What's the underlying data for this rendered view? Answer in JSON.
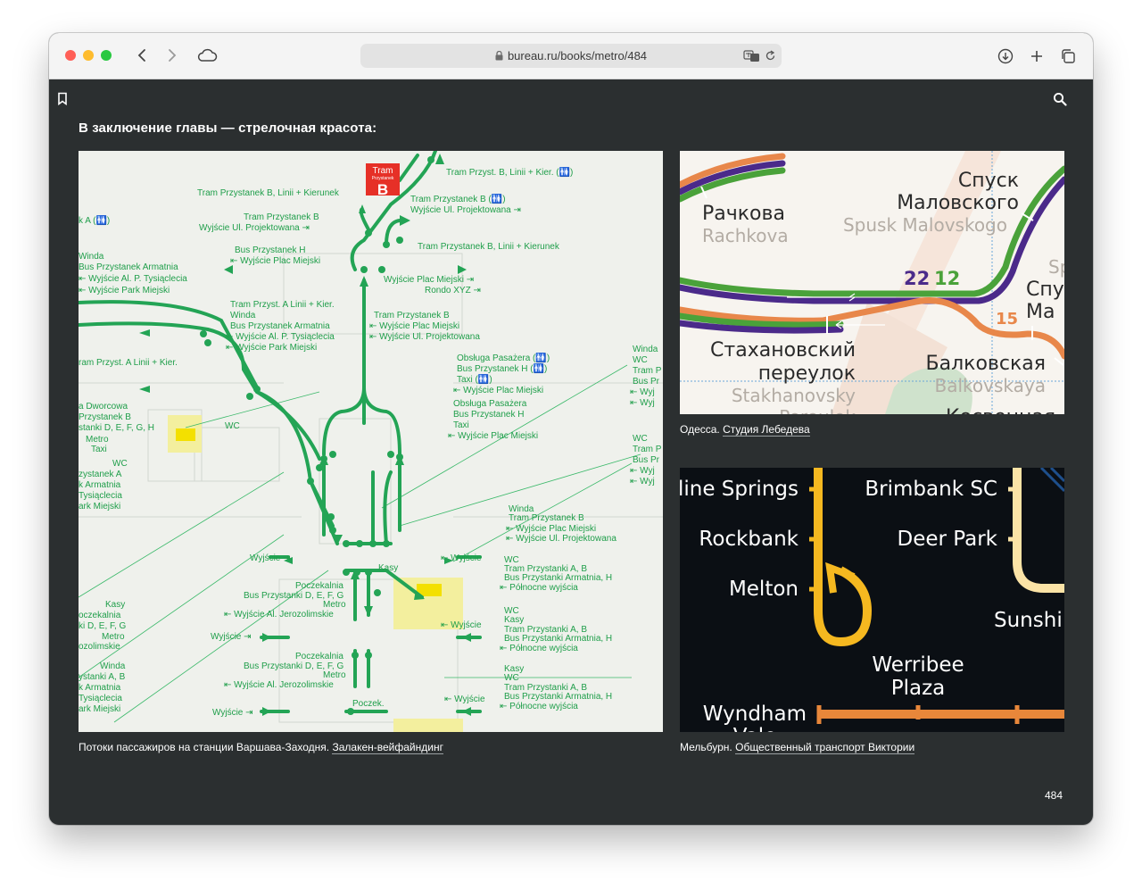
{
  "browser": {
    "url": "bureau.ru/books/metro/484",
    "traffic_colors": {
      "close": "#ff5f57",
      "minimize": "#febc2e",
      "zoom": "#28c840"
    }
  },
  "page": {
    "heading": "В заключение главы — стрелочная красота:",
    "page_number": "484"
  },
  "figures": {
    "warsaw": {
      "caption_prefix": "Потоки пассажиров на станции Варшава-Заходня. ",
      "caption_link": "Залакен-вейфайндинг",
      "tram_sign": {
        "line1": "Tram",
        "line2": "Przystanek",
        "letter": "B"
      },
      "labels": [
        {
          "t": "Tram Przyst. B, Linii + Kier. (🚻)"
        },
        {
          "t": "Tram Przystanek B, Linii + Kierunek"
        },
        {
          "t": "Tram Przystanek B (🚻)"
        },
        {
          "t": "Wyjście Ul. Projektowana ⇥"
        },
        {
          "t": "k A (🚻)"
        },
        {
          "t": "Tram Przystanek B"
        },
        {
          "t": "Wyjście Ul. Projektowana ⇥"
        },
        {
          "t": "Tram Przystanek B, Linii + Kierunek"
        },
        {
          "t": "Bus Przystanek H"
        },
        {
          "t": "⇤ Wyjście Plac Miejski"
        },
        {
          "t": "Winda"
        },
        {
          "t": "Bus Przystanek Armatnia"
        },
        {
          "t": "⇤ Wyjście Al. P. Tysiąclecia"
        },
        {
          "t": "⇤ Wyjście Park Miejski"
        },
        {
          "t": "Wyjście Plac Miejski ⇥"
        },
        {
          "t": "Rondo XYZ ⇥"
        },
        {
          "t": "Tram Przyst. A Linii + Kier."
        },
        {
          "t": "Winda"
        },
        {
          "t": "Bus Przystanek Armatnia"
        },
        {
          "t": "⇤ Wyjście Al. P. Tysiąclecia"
        },
        {
          "t": "⇤ Wyjście Park Miejski"
        },
        {
          "t": "Tram Przystanek B"
        },
        {
          "t": "⇤ Wyjście Plac Miejski"
        },
        {
          "t": "⇤ Wyjście Ul. Projektowana"
        },
        {
          "t": "Winda"
        },
        {
          "t": "WC"
        },
        {
          "t": "Tram P"
        },
        {
          "t": "Bus Pr"
        },
        {
          "t": "⇤ Wyj"
        },
        {
          "t": "⇤ Wyj"
        },
        {
          "t": "ram Przyst. A Linii + Kier."
        },
        {
          "t": "Obsługa Pasażera (🚻)"
        },
        {
          "t": "Bus Przystanek H (🚻)"
        },
        {
          "t": "Taxi (🚻)"
        },
        {
          "t": "⇤ Wyjście Plac Miejski"
        },
        {
          "t": "a Dworcowa"
        },
        {
          "t": "Przystanek B"
        },
        {
          "t": "stanki D, E, F, G, H"
        },
        {
          "t": "Metro"
        },
        {
          "t": "Taxi"
        },
        {
          "t": "WC"
        },
        {
          "t": "Obsługa Pasażera"
        },
        {
          "t": "Bus Przystanek H"
        },
        {
          "t": "Taxi"
        },
        {
          "t": "⇤ Wyjście Plac Miejski"
        },
        {
          "t": "WC"
        },
        {
          "t": "Tram P"
        },
        {
          "t": "Bus Pr"
        },
        {
          "t": "⇤ Wyj"
        },
        {
          "t": "⇤ Wyj"
        },
        {
          "t": "WC"
        },
        {
          "t": "zystanek A"
        },
        {
          "t": "k Armatnia"
        },
        {
          "t": "Tysiąclecia"
        },
        {
          "t": "ark Miejski"
        },
        {
          "t": "Winda"
        },
        {
          "t": "Tram Przystanek B"
        },
        {
          "t": "⇤ Wyjście Plac Miejski"
        },
        {
          "t": "⇤ Wyjście Ul. Projektowana"
        },
        {
          "t": "Wyjście ⇥"
        },
        {
          "t": "⇤ Wyjście"
        },
        {
          "t": "Kasy"
        },
        {
          "t": "WC"
        },
        {
          "t": "Tram Przystanki A, B"
        },
        {
          "t": "Bus Przystanki Armatnia, H"
        },
        {
          "t": "⇤ Północne wyjścia"
        },
        {
          "t": "Poczekalnia"
        },
        {
          "t": "Bus Przystanki D, E, F, G"
        },
        {
          "t": "Metro"
        },
        {
          "t": "⇤ Wyjście Al. Jerozolimskie"
        },
        {
          "t": "Kasy"
        },
        {
          "t": "oczekalnia"
        },
        {
          "t": "ki D, E, F, G"
        },
        {
          "t": "Metro"
        },
        {
          "t": "ozolimskie"
        },
        {
          "t": "Wyjście ⇥"
        },
        {
          "t": "⇤ Wyjście"
        },
        {
          "t": "WC"
        },
        {
          "t": "Kasy"
        },
        {
          "t": "Tram Przystanki A, B"
        },
        {
          "t": "Bus Przystanki Armatnia, H"
        },
        {
          "t": "⇤ Północne wyjścia"
        },
        {
          "t": "Poczekalnia"
        },
        {
          "t": "Bus Przystanki D, E, F, G"
        },
        {
          "t": "Metro"
        },
        {
          "t": "⇤ Wyjście Al. Jerozolimskie"
        },
        {
          "t": "Winda"
        },
        {
          "t": "ystanki A, B"
        },
        {
          "t": "k Armatnia"
        },
        {
          "t": "Tysiąclecia"
        },
        {
          "t": "ark Miejski"
        },
        {
          "t": "Kasy"
        },
        {
          "t": "WC"
        },
        {
          "t": "Tram Przystanki A, B"
        },
        {
          "t": "Bus Przystanki Armatnia, H"
        },
        {
          "t": "⇤ Północne wyjścia"
        },
        {
          "t": "⇤ Wyjście"
        },
        {
          "t": "Poczek."
        },
        {
          "t": "Wyjście ⇥"
        }
      ]
    },
    "odessa": {
      "caption_prefix": "Одесса. ",
      "caption_link": "Студия Лебедева",
      "stations": [
        {
          "ru": "Рачкова",
          "lat": "Rachkova"
        },
        {
          "ru": "Спуск",
          "ru2": "Маловского",
          "lat": "Spusk Malovskogo"
        },
        {
          "ru": "Стахановский",
          "ru2": "переулок",
          "lat": "Stakhanovsky",
          "lat2": "Pereulok"
        },
        {
          "ru": "Балковская",
          "lat": "Balkovskaya"
        },
        {
          "ru": "Косвенная"
        },
        {
          "ru": "Спу",
          "ru2": "Ма",
          "lat": "Sp"
        }
      ],
      "line_numbers": [
        {
          "n": "22",
          "color": "#4b2a8a"
        },
        {
          "n": "12",
          "color": "#4aa23a"
        },
        {
          "n": "15",
          "color": "#e8874a"
        }
      ]
    },
    "melbourne": {
      "caption_prefix": "Мельбурн. ",
      "caption_link": "Общественный транспорт Виктории",
      "stations": [
        {
          "name": "oline Springs"
        },
        {
          "name": "Brimbank SC"
        },
        {
          "name": "Rockbank"
        },
        {
          "name": "Deer Park"
        },
        {
          "name": "Melton"
        },
        {
          "name": "Sunshi"
        },
        {
          "name": "Werribee"
        },
        {
          "name": "Plaza"
        },
        {
          "name": "Wyndham"
        },
        {
          "name": "Vale"
        }
      ],
      "colors": {
        "yellow": "#f5b820",
        "cream": "#fbe3a6",
        "orange": "#e8873a",
        "bg": "#0b0f14"
      }
    }
  }
}
